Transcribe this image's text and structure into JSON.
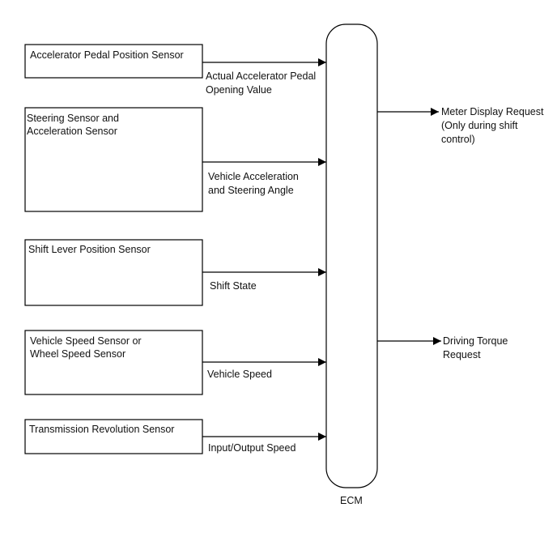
{
  "sensors": [
    {
      "label_lines": [
        "Accelerator Pedal Position Sensor"
      ],
      "signal_lines": [
        "Actual Accelerator Pedal",
        "Opening Value"
      ]
    },
    {
      "label_lines": [
        "Steering Sensor and",
        "Acceleration Sensor"
      ],
      "signal_lines": [
        "Vehicle Acceleration",
        "and Steering Angle"
      ]
    },
    {
      "label_lines": [
        "Shift Lever Position Sensor"
      ],
      "signal_lines": [
        "Shift State"
      ]
    },
    {
      "label_lines": [
        "Vehicle Speed Sensor or",
        "Wheel Speed Sensor"
      ],
      "signal_lines": [
        "Vehicle Speed"
      ]
    },
    {
      "label_lines": [
        "Transmission Revolution Sensor"
      ],
      "signal_lines": [
        "Input/Output Speed"
      ]
    }
  ],
  "ecm": {
    "label": "ECM"
  },
  "outputs": [
    {
      "lines": [
        "Meter Display Request",
        "(Only during shift",
        "control)"
      ]
    },
    {
      "lines": [
        "Driving Torque",
        "Request"
      ]
    }
  ],
  "colors": {
    "line": "#000000",
    "text": "#111111",
    "background": "#ffffff"
  }
}
